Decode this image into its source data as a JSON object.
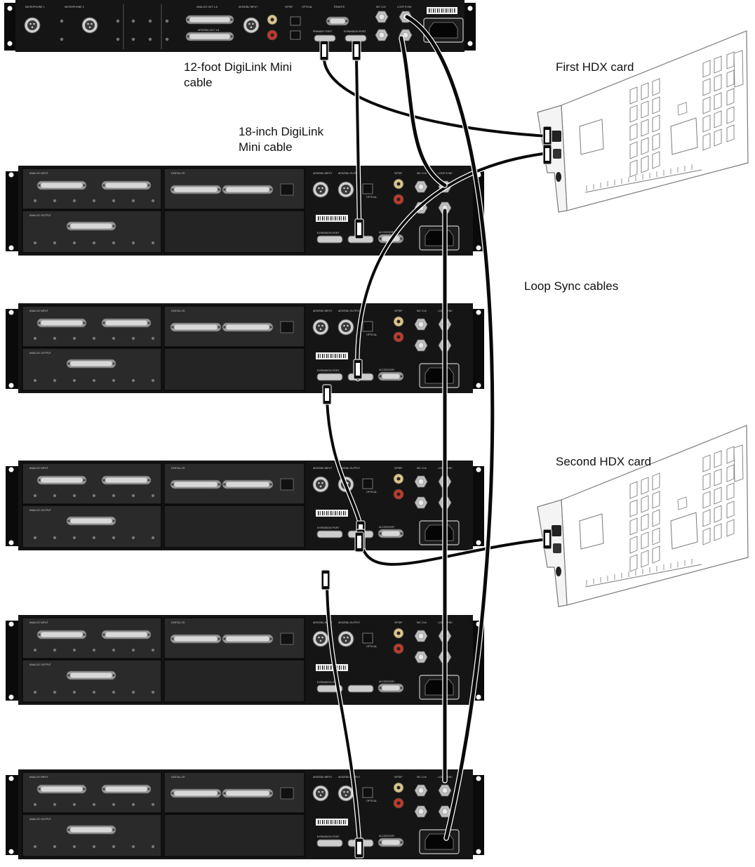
{
  "labels": {
    "cable_12ft_line1": "12-foot DigiLink Mini",
    "cable_12ft_line2": "cable",
    "cable_18in_line1": "18-inch DigiLink",
    "cable_18in_line2": "Mini cable",
    "first_hdx_card": "First HDX card",
    "loop_sync_cables": "Loop Sync cables",
    "second_hdx_card": "Second HDX card"
  },
  "interface_top": {
    "panel_labels": [
      "MICROPHONE 1",
      "MICROPHONE 2",
      "ANALOG OUT 1-8",
      "AES/EBU INPUT",
      "S/PDIF",
      "OPTICAL",
      "REMOTE",
      "WC CLK",
      "LOOP SYNC",
      "PRIMARY PORT",
      "EXPANSION PORT",
      "AES/EBU OUT 1-8"
    ]
  },
  "interface_rack": {
    "panel_labels": [
      "ANALOG INPUT",
      "ANALOG OUTPUT",
      "DIGITAL I/O",
      "AES/EBU INPUT",
      "AES/EBU OUTPUT",
      "OPTICAL",
      "S/PDIF",
      "WC CLK",
      "LOOP SYNC",
      "EXPANSION PORT",
      "ACCESSORY"
    ]
  },
  "colors": {
    "chassis": "#151515",
    "panel": "#2a2a2a",
    "cable": "#0a0a0a",
    "card_stroke": "#7a7a7a",
    "card_fill": "#ffffff"
  }
}
